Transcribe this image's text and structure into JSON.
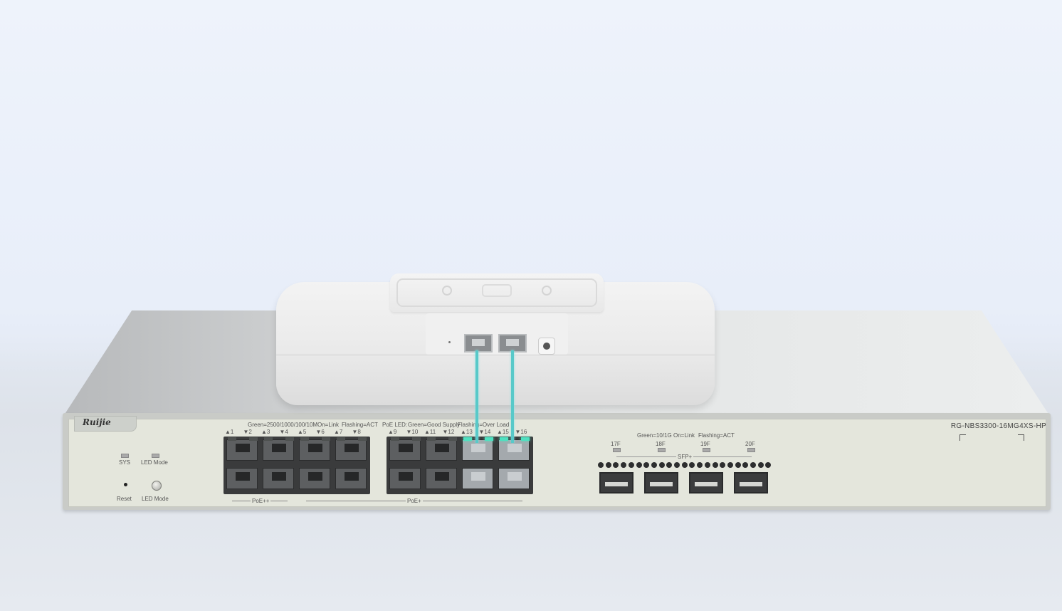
{
  "brand": "Ruijie",
  "model": "RG-NBS3300-16MG4XS-HP",
  "left_leds": {
    "sys": "SYS",
    "led_mode": "LED Mode"
  },
  "left_buttons": {
    "reset": "Reset",
    "led_mode": "LED Mode"
  },
  "poe_legend": {
    "speed": "Green=2500/1000/100/10M",
    "link": "On=Link",
    "act": "Flashing=ACT",
    "poe_led": "PoE LED:",
    "supply": "Green=Good Supply",
    "overload": "Flashing=Over Load"
  },
  "rj45_ports": [
    "▲1",
    "▼2",
    "▲3",
    "▼4",
    "▲5",
    "▼6",
    "▲7",
    "▼8",
    "▲9",
    "▼10",
    "▲11",
    "▼12",
    "▲13",
    "▼14",
    "▲15",
    "▼16"
  ],
  "lit_ports": [
    13,
    14,
    15,
    16
  ],
  "group_labels": {
    "poe_plus_plus": "PoE++",
    "poe_plus": "PoE+"
  },
  "sfp_legend": {
    "speed": "Green=10/1G",
    "link": "On=Link",
    "act": "Flashing=ACT"
  },
  "sfp_ports": [
    "17F",
    "18F",
    "19F",
    "20F"
  ],
  "sfp_group_label": "SFP+",
  "colors": {
    "cable": "#58c9c9",
    "port_led_on": "#4fe0c0"
  }
}
